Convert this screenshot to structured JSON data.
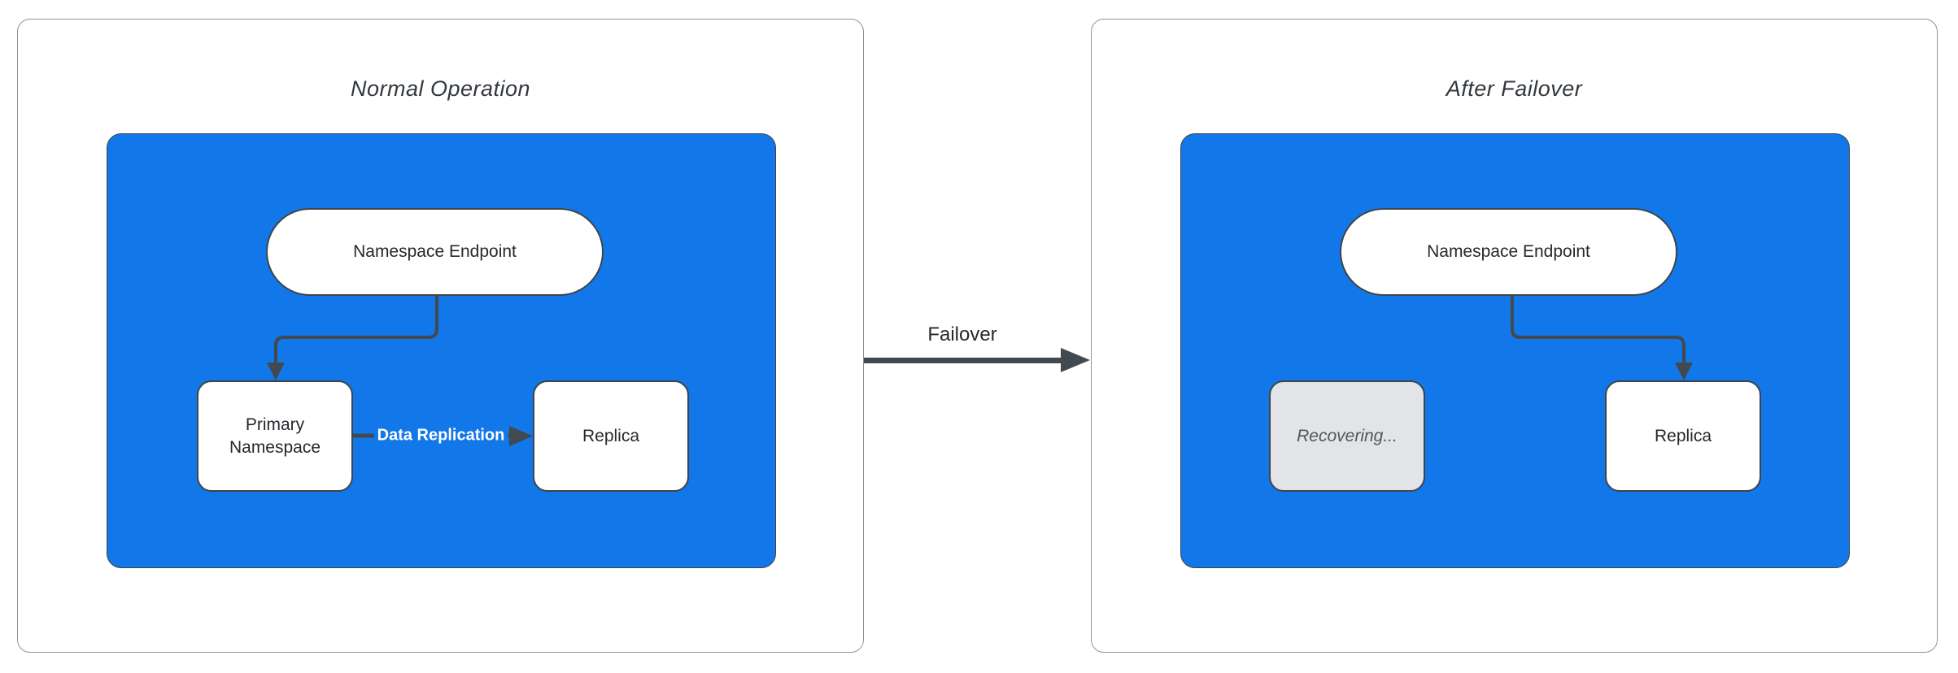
{
  "panels": [
    {
      "title": "Normal Operation",
      "endpoint_label": "Namespace Endpoint",
      "primary_label": "Primary Namespace",
      "replica_label": "Replica",
      "replication_label": "Data Replication"
    },
    {
      "title": "After Failover",
      "endpoint_label": "Namespace Endpoint",
      "recovering_label": "Recovering...",
      "replica_label": "Replica"
    }
  ],
  "failover": {
    "label": "Failover"
  },
  "colors": {
    "container-blue": "#1277E8",
    "connector-slate": "#424950",
    "node-border": "#3f4449",
    "panel-border": "#8f9296",
    "node-text": "#24292e",
    "title-text": "#33383d",
    "recovering-fill": "#e3e4e7",
    "recovering-text": "#50565c",
    "edge-label-text": "#ffffff"
  }
}
